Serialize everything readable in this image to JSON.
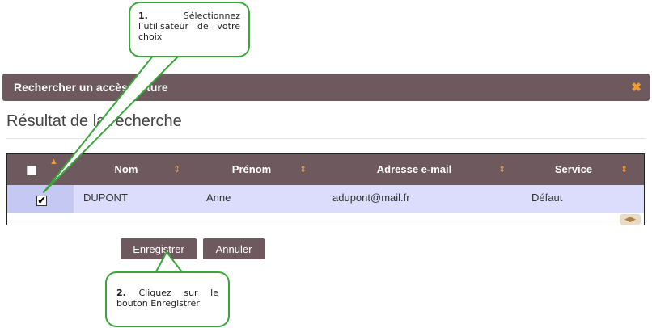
{
  "dialog": {
    "title": "Rechercher un accès lecture",
    "close_glyph": "✖"
  },
  "results": {
    "heading": "Résultat de la recherche",
    "columns": [
      "Nom",
      "Prénom",
      "Adresse e-mail",
      "Service"
    ],
    "sort_glyph": "⇕",
    "rows": [
      {
        "checked": true,
        "nom": "DUPONT",
        "prenom": "Anne",
        "email": "adupont@mail.fr",
        "service": "Défaut"
      }
    ],
    "check_glyph": "✔"
  },
  "buttons": {
    "save": "Enregistrer",
    "cancel": "Annuler"
  },
  "callouts": [
    {
      "number": "1.",
      "text": "Sélectionnez l’utilisateur de votre choix"
    },
    {
      "number": "2.",
      "text": "Cliquez sur le bouton Enregistrer"
    }
  ],
  "colors": {
    "header": "#6e5a5e",
    "accent": "#f39c2e",
    "row": "#dcdcfc",
    "callout_border": "#3aa53a"
  }
}
